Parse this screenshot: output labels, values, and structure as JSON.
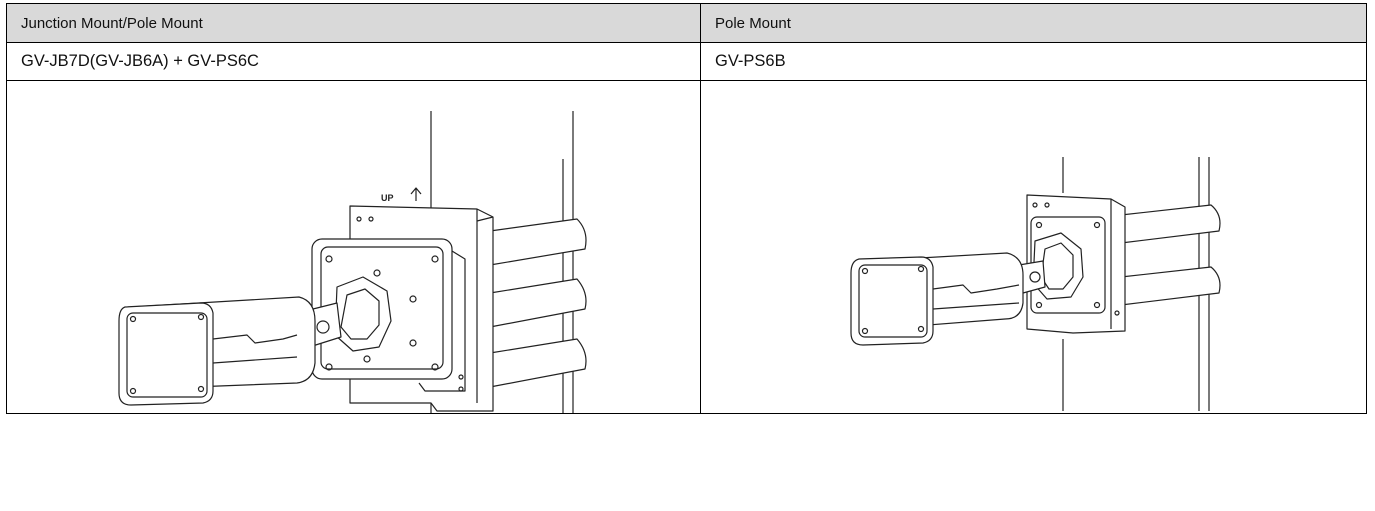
{
  "table": {
    "header": {
      "left": "Junction Mount/Pole Mount",
      "right": "Pole Mount"
    },
    "models": {
      "left": "GV-JB7D(GV-JB6A) + GV-PS6C",
      "right": "GV-PS6B"
    },
    "illustrations": {
      "left": {
        "icon": "junction-pole-mount-camera-illustration",
        "label": "UP"
      },
      "right": {
        "icon": "pole-mount-camera-illustration"
      }
    }
  },
  "colors": {
    "header_bg": "#d9d9d9",
    "border": "#000000",
    "line": "#222222"
  }
}
